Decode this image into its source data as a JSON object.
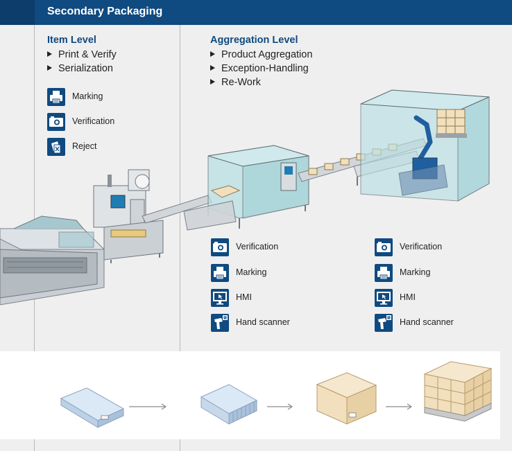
{
  "header": {
    "title": "Secondary Packaging",
    "color": "#0f4a80"
  },
  "item_level": {
    "title": "Item Level",
    "bullets": [
      "Print & Verify",
      "Serialization"
    ],
    "icons": [
      {
        "label": "Marking",
        "icon": "printer-icon"
      },
      {
        "label": "Verification",
        "icon": "camera-icon"
      },
      {
        "label": "Reject",
        "icon": "reject-icon"
      }
    ]
  },
  "aggregation_level": {
    "title": "Aggregation Level",
    "bullets": [
      "Product Aggregation",
      "Exception-Handling",
      "Re-Work"
    ],
    "icons_left": [
      {
        "label": "Verification",
        "icon": "camera-icon"
      },
      {
        "label": "Marking",
        "icon": "printer-icon"
      },
      {
        "label": "HMI",
        "icon": "monitor-icon"
      },
      {
        "label": "Hand scanner",
        "icon": "hand-scanner-icon"
      }
    ],
    "icons_right": [
      {
        "label": "Verification",
        "icon": "camera-icon"
      },
      {
        "label": "Marking",
        "icon": "printer-icon"
      },
      {
        "label": "HMI",
        "icon": "monitor-icon"
      },
      {
        "label": "Hand scanner",
        "icon": "hand-scanner-icon"
      }
    ]
  }
}
